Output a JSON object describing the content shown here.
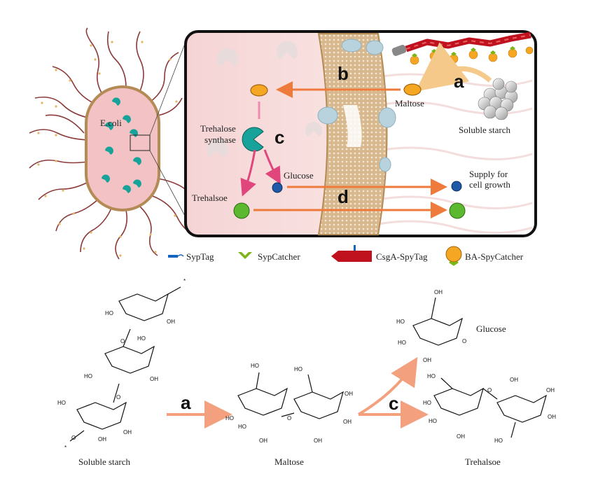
{
  "top": {
    "ecoli_label": "E.coli",
    "reaction_letters": {
      "a": "a",
      "b": "b",
      "c": "c",
      "d": "d"
    },
    "labels": {
      "maltose": "Maltose",
      "soluble_starch": "Soluble starch",
      "trehalose_synthase_line1": "Trehalose",
      "trehalose_synthase_line2": "synthase",
      "glucose": "Glucose",
      "trehalose": "Trehalsoe",
      "supply_line1": "Supply for",
      "supply_line2": "cell growth"
    }
  },
  "legend": {
    "items": [
      {
        "label": "SypTag",
        "color": "#1565c0"
      },
      {
        "label": "SypCatcher",
        "color": "#7cb518"
      },
      {
        "label": "CsgA-SpyTag",
        "color": "#c0111f"
      },
      {
        "label": "BA-SpyCatcher",
        "color": "#f5a623"
      }
    ]
  },
  "bottom": {
    "reaction_a": "a",
    "reaction_c": "c",
    "soluble_starch": "Soluble starch",
    "maltose": "Maltose",
    "glucose": "Glucose",
    "trehalose": "Trehalsoe",
    "atoms": {
      "hydroxyl": "HO",
      "hydroxyl_r": "OH",
      "oxygen": "O",
      "star": "*"
    }
  },
  "colors": {
    "cell_fill": "#f3c2c4",
    "cell_border": "#b48a55",
    "panel_border": "#111111",
    "enzyme": "#17a39a",
    "maltose": "#f5a623",
    "glucose": "#1e5aa8",
    "trehalose": "#5cb82e",
    "arrow_orange": "#ee7a3b",
    "arrow_pink": "#e0457b",
    "arrow_salmon": "#f2a07d"
  }
}
